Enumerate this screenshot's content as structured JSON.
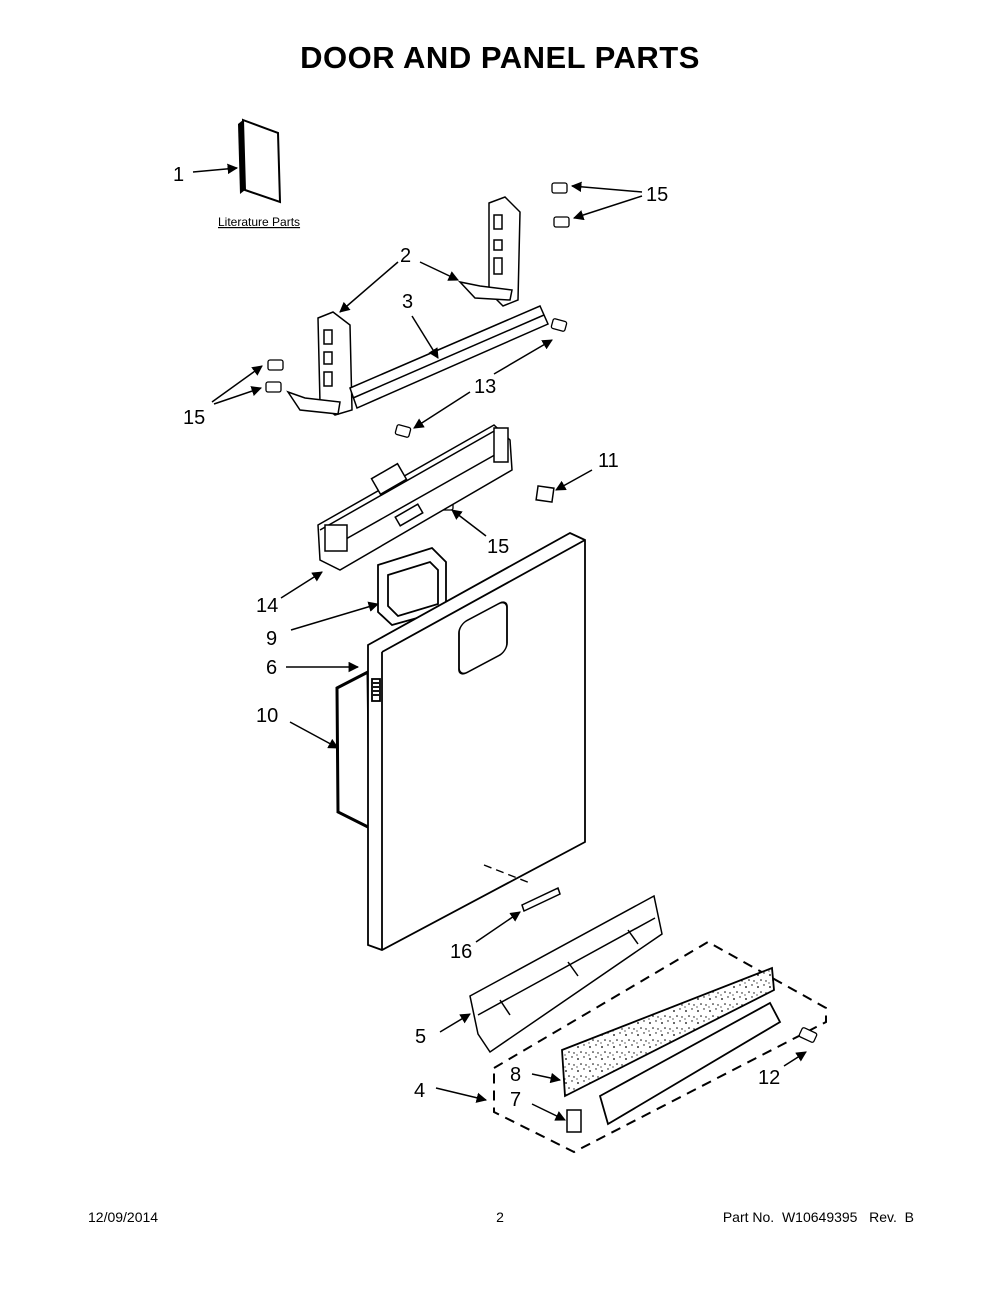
{
  "title": "DOOR AND PANEL PARTS",
  "literature_label": "Literature Parts",
  "callouts": {
    "c1": "1",
    "c2": "2",
    "c3": "3",
    "c4": "4",
    "c5": "5",
    "c6": "6",
    "c7": "7",
    "c8": "8",
    "c9": "9",
    "c10": "10",
    "c11": "11",
    "c12": "12",
    "c13": "13",
    "c14": "14",
    "c15a": "15",
    "c15b": "15",
    "c15c": "15",
    "c16": "16"
  },
  "footer": {
    "date": "12/09/2014",
    "page": "2",
    "part_no": "Part No.  W10649395   Rev.  B"
  }
}
